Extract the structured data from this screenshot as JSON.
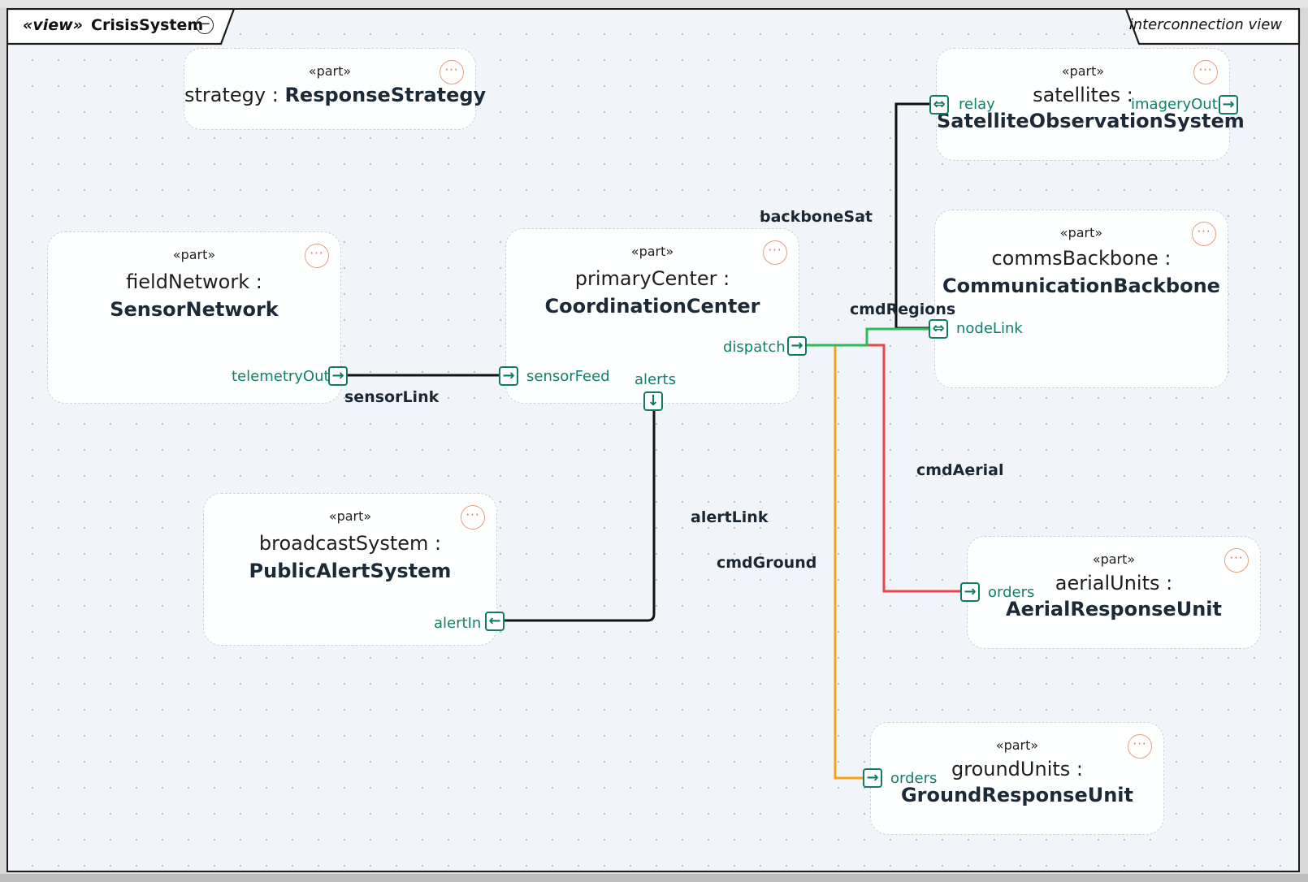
{
  "view": {
    "keyword": "«view»",
    "name": "CrisisSystem",
    "collapse_symbol": "−",
    "mode": "interconnection view"
  },
  "parts": {
    "strategy": {
      "stereotype": "«part»",
      "name": "strategy : ",
      "type": "ResponseStrategy",
      "more": "···"
    },
    "satellites": {
      "stereotype": "«part»",
      "name": "satellites :",
      "type": "SatelliteObservationSystem",
      "more": "···"
    },
    "comms": {
      "stereotype": "«part»",
      "name": "commsBackbone :",
      "type": "CommunicationBackbone",
      "more": "···"
    },
    "field": {
      "stereotype": "«part»",
      "name": "fieldNetwork :",
      "type": "SensorNetwork",
      "more": "···"
    },
    "primary": {
      "stereotype": "«part»",
      "name": "primaryCenter :",
      "type": "CoordinationCenter",
      "more": "···"
    },
    "broadcast": {
      "stereotype": "«part»",
      "name": "broadcastSystem :",
      "type": "PublicAlertSystem",
      "more": "···"
    },
    "aerial": {
      "stereotype": "«part»",
      "name": "aerialUnits :",
      "type": "AerialResponseUnit",
      "more": "···"
    },
    "ground": {
      "stereotype": "«part»",
      "name": "groundUnits :",
      "type": "GroundResponseUnit",
      "more": "···"
    }
  },
  "ports": {
    "relay": {
      "label": "relay",
      "icon": "bidirectional-arrow",
      "glyph": "⇔"
    },
    "imageryOut": {
      "label": "imageryOut",
      "icon": "out-arrow",
      "glyph": "→"
    },
    "nodeLink": {
      "label": "nodeLink",
      "icon": "bidirectional-arrow",
      "glyph": "⇔"
    },
    "telemetryOut": {
      "label": "telemetryOut",
      "icon": "out-arrow",
      "glyph": "→"
    },
    "sensorFeed": {
      "label": "sensorFeed",
      "icon": "in-arrow",
      "glyph": "→"
    },
    "dispatch": {
      "label": "dispatch",
      "icon": "out-arrow",
      "glyph": "→"
    },
    "alerts": {
      "label": "alerts",
      "icon": "down-arrow",
      "glyph": "↓"
    },
    "alertIn": {
      "label": "alertIn",
      "icon": "in-arrow-left",
      "glyph": "←"
    },
    "aerialOrders": {
      "label": "orders",
      "icon": "in-arrow",
      "glyph": "→"
    },
    "groundOrders": {
      "label": "orders",
      "icon": "in-arrow",
      "glyph": "→"
    }
  },
  "connections": {
    "backboneSat": {
      "label": "backboneSat",
      "color": "#111111"
    },
    "cmdRegions": {
      "label": "cmdRegions",
      "color": "#2fbb57"
    },
    "sensorLink": {
      "label": "sensorLink",
      "color": "#111111"
    },
    "cmdAerial": {
      "label": "cmdAerial",
      "color": "#e8474a"
    },
    "alertLink": {
      "label": "alertLink",
      "color": "#111111"
    },
    "cmdGround": {
      "label": "cmdGround",
      "color": "#f5a21b"
    }
  }
}
